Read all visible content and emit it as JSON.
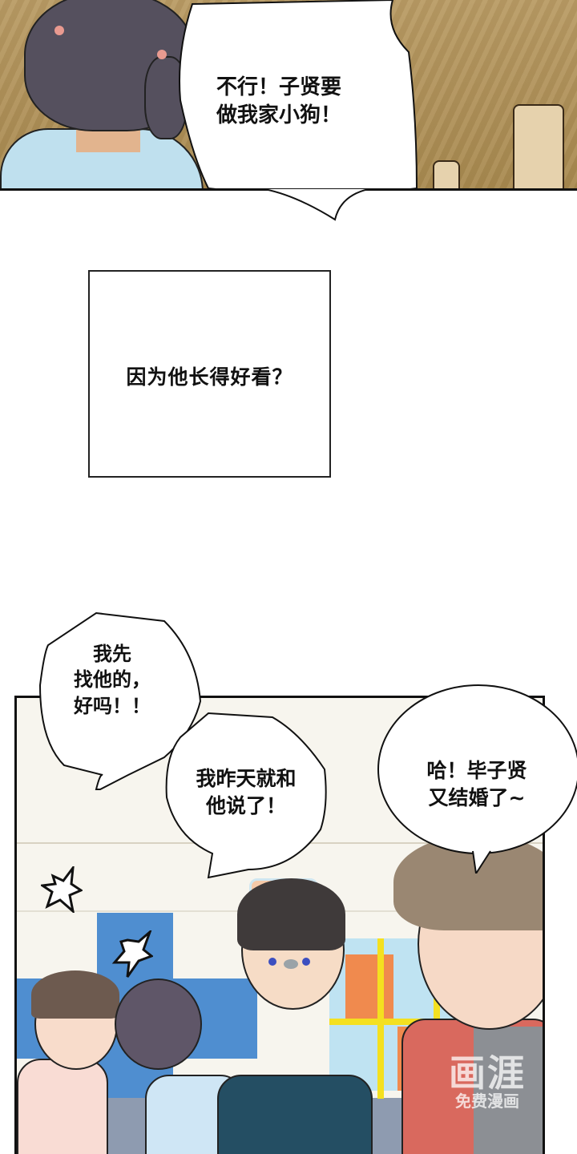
{
  "comic": {
    "panel1": {
      "bubble_text": "不行！子贤要\n做我家小狗！",
      "colors": {
        "floor": "#b89a63",
        "hair": "#55505e",
        "shirt": "#bfe0ee"
      }
    },
    "panel2": {
      "caption_text": "因为他长得好看？"
    },
    "panel3": {
      "bubbles": [
        {
          "text": "我先\n找他的，\n好吗！！"
        },
        {
          "text": "我昨天就和\n他说了！"
        },
        {
          "text": "哈！毕子贤\n又结婚了~"
        }
      ],
      "colors": {
        "mat": "#4f8ed0",
        "frame_yellow": "#f4e020",
        "frame_orange": "#f08a4e",
        "center_shirt": "#244e63",
        "right_shirt": "#d9695e"
      }
    },
    "watermark": {
      "logo": "画涯",
      "subtitle": "免费漫画"
    }
  }
}
